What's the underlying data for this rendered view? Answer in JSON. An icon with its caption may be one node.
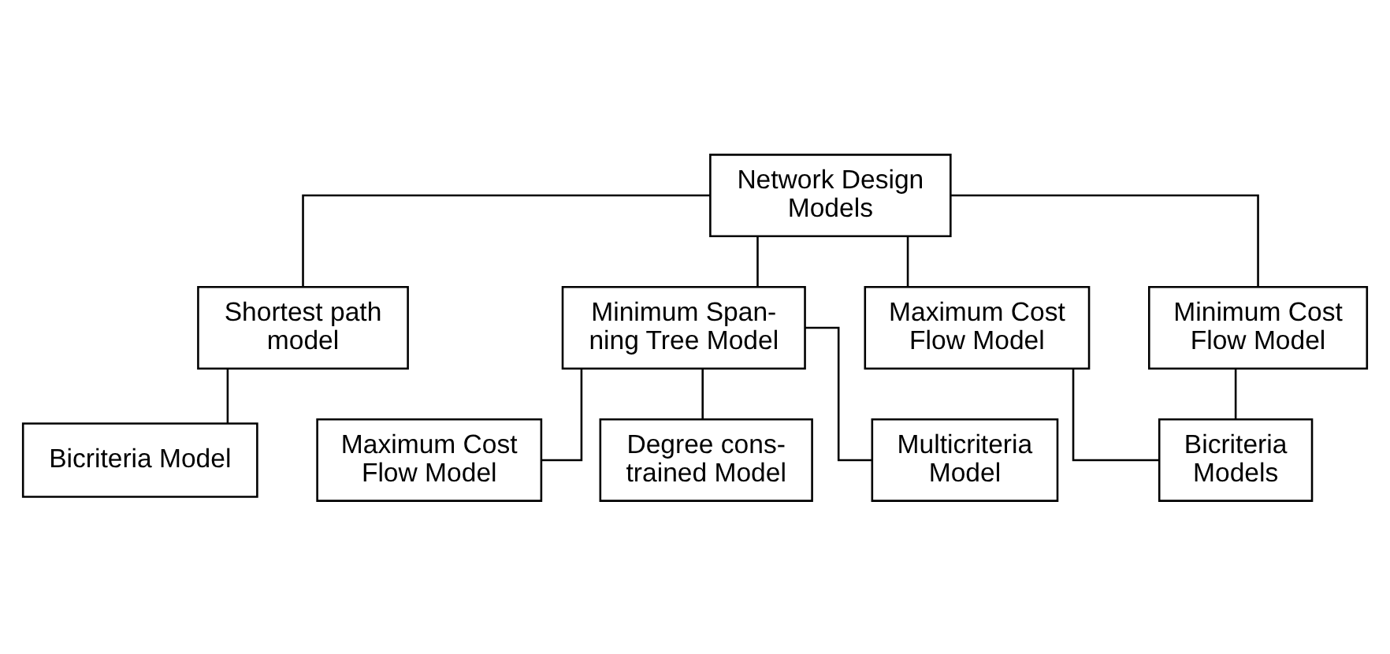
{
  "diagram": {
    "nodes": [
      {
        "text": [
          "Network Design Models"
        ]
      },
      {
        "text": [
          "Shortest path model"
        ]
      },
      {
        "text": [
          "Minimum Span- ning Tree Model"
        ]
      },
      {
        "text": [
          "Maximum Cost Flow Model"
        ]
      },
      {
        "text": [
          "Minimum Cost Flow Model"
        ]
      },
      {
        "text": [
          "Bicriteria Model"
        ]
      },
      {
        "text": [
          "Maximum Cost Flow Model"
        ]
      },
      {
        "text": [
          "Degree cons- trained Model"
        ]
      },
      {
        "text": [
          "Multicriteria Model"
        ]
      },
      {
        "text": [
          "Bicriteria Models"
        ]
      }
    ],
    "edges": [
      {
        "from": 0,
        "to": 1,
        "arrow": "none"
      },
      {
        "from": 0,
        "to": 2,
        "arrow": "none"
      },
      {
        "from": 0,
        "to": 3,
        "arrow": "none"
      },
      {
        "from": 0,
        "to": 4,
        "arrow": "none"
      },
      {
        "from": 1,
        "to": 5,
        "arrow": "none"
      },
      {
        "from": 2,
        "to": 6,
        "arrow": "none"
      },
      {
        "from": 2,
        "to": 7,
        "arrow": "none"
      },
      {
        "from": 2,
        "to": 8,
        "arrow": "none"
      },
      {
        "from": 3,
        "to": 9,
        "arrow": "none"
      },
      {
        "from": 4,
        "to": 9,
        "arrow": "none"
      }
    ]
  }
}
